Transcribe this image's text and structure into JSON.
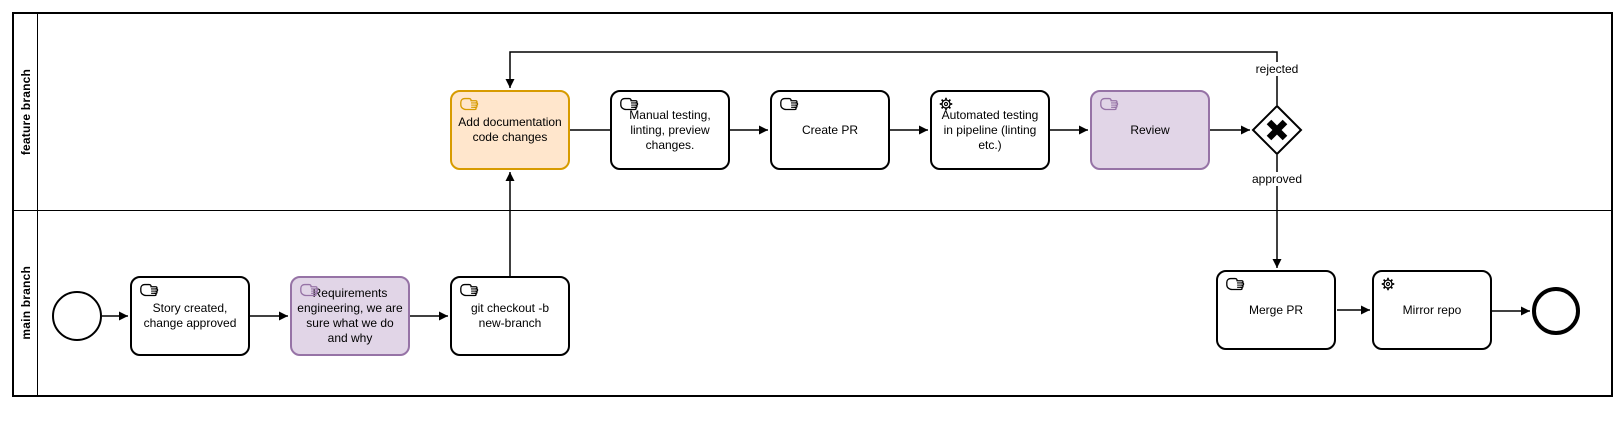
{
  "diagram": {
    "type": "bpmn-flowchart",
    "pool": {
      "lanes": [
        {
          "label": "feature branch"
        },
        {
          "label": "main branch"
        }
      ]
    },
    "nodes": {
      "add_docs": {
        "type": "manual-task",
        "label": "Add documentation code changes",
        "highlight": "orange"
      },
      "manual_testing": {
        "type": "manual-task",
        "label": "Manual testing, linting, preview changes."
      },
      "create_pr": {
        "type": "manual-task",
        "label": "Create PR"
      },
      "automated_testing": {
        "type": "service-task",
        "label": "Automated testing in pipeline (linting etc.)"
      },
      "review": {
        "type": "manual-task",
        "label": "Review",
        "highlight": "purple"
      },
      "story_created": {
        "type": "manual-task",
        "label": "Story created, change approved"
      },
      "requirements": {
        "type": "manual-task",
        "label": "Requirements engineering, we are sure what we do and why",
        "highlight": "purple"
      },
      "git_checkout": {
        "type": "manual-task",
        "label": "git checkout -b new-branch"
      },
      "merge_pr": {
        "type": "manual-task",
        "label": "Merge PR"
      },
      "mirror_repo": {
        "type": "service-task",
        "label": "Mirror repo"
      },
      "start_event": {
        "type": "start-event"
      },
      "end_event": {
        "type": "end-event"
      },
      "gateway": {
        "type": "exclusive-gateway-x"
      }
    },
    "edge_labels": {
      "rejected": "rejected",
      "approved": "approved"
    },
    "icons": {
      "manual_task": "hand-icon",
      "service_task": "gear-icon",
      "gateway_marker": "x-cross-icon"
    },
    "colors": {
      "highlight_orange_fill": "#FFE6CC",
      "highlight_orange_stroke": "#D79B00",
      "highlight_purple_fill": "#E1D5E7",
      "highlight_purple_stroke": "#9673A6",
      "default_fill": "#FFFFFF",
      "default_stroke": "#000000"
    }
  }
}
